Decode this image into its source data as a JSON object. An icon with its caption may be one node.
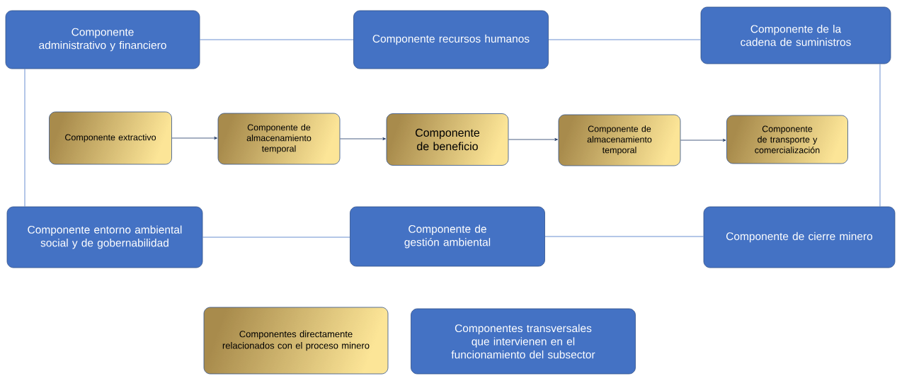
{
  "diagram": {
    "nodes": [
      {
        "text": [
          "Componente administrativo y financiero"
        ]
      },
      {
        "text": [
          "Componente recursos humanos"
        ]
      },
      {
        "text": [
          "Componente de la cadena de suministros"
        ]
      },
      {
        "text": [
          "Componente extractivo"
        ]
      },
      {
        "text": [
          "Componente de almacenamiento temporal"
        ]
      },
      {
        "text": [
          "Componente de beneficio"
        ]
      },
      {
        "text": [
          "Componente de almacenamiento temporal"
        ]
      },
      {
        "text": [
          "Componente de transporte y comercialización"
        ]
      },
      {
        "text": [
          "Componente entorno ambiental social y de gobernabilidad"
        ]
      },
      {
        "text": [
          "Componente de gestión ambiental"
        ]
      },
      {
        "text": [
          "Componente de cierre minero"
        ]
      }
    ],
    "edges": [
      {
        "from": 0,
        "to": 1,
        "arrow": "none"
      },
      {
        "from": 1,
        "to": 2,
        "arrow": "none"
      },
      {
        "from": 0,
        "to": 8,
        "arrow": "none"
      },
      {
        "from": 2,
        "to": 10,
        "arrow": "none"
      },
      {
        "from": 8,
        "to": 9,
        "arrow": "none"
      },
      {
        "from": 9,
        "to": 10,
        "arrow": "none"
      },
      {
        "from": 3,
        "to": 4,
        "arrow": "to",
        "color": "#203864"
      },
      {
        "from": 4,
        "to": 5,
        "arrow": "to",
        "color": "#203864"
      },
      {
        "from": 5,
        "to": 6,
        "arrow": "to",
        "color": "#203864"
      },
      {
        "from": 6,
        "to": 7,
        "arrow": "to",
        "color": "#203864"
      }
    ],
    "legend": [
      {
        "text": "Componentes directamente relacionados con el proceso minero",
        "color": "#fce597"
      },
      {
        "text": "Componentes transversales que intervienen en el funcionamiento del subsector",
        "color": "#4472c4"
      }
    ]
  }
}
